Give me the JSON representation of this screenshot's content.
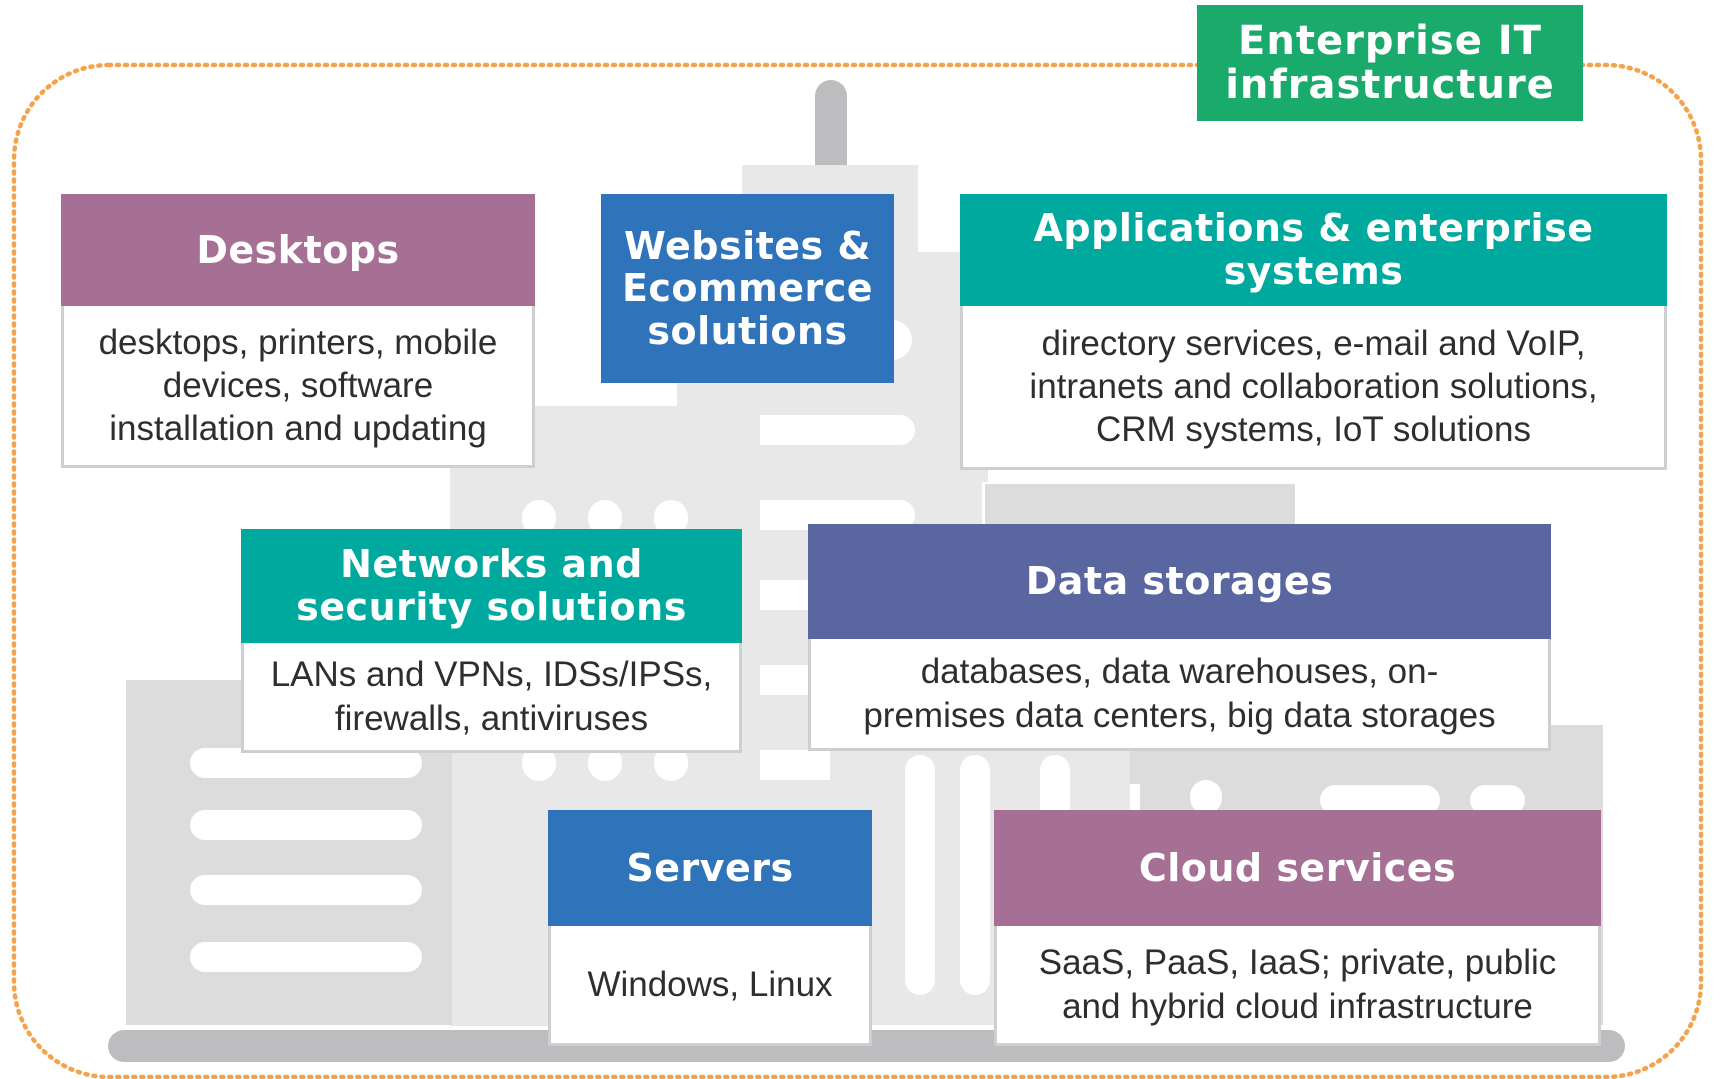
{
  "banner": {
    "label": "Enterprise IT\ninfrastructure"
  },
  "colors": {
    "frame_border": "#f5a24a",
    "banner": "#1aaa6b",
    "purple": "#a67095",
    "blue": "#2f73ba",
    "teal": "#00a99d",
    "indigo": "#5966a0",
    "building_light": "#e8e8e9",
    "building_mid": "#dcdcdd",
    "building_dark": "#bdbdc0",
    "card_border": "#cfcfd1"
  },
  "cards": {
    "desktops": {
      "title": "Desktops",
      "body": "desktops, printers, mobile\ndevices, software\ninstallation and updating"
    },
    "websites": {
      "title": "Websites  &\nEcommerce\nsolutions"
    },
    "applications": {
      "title": "Applications  & enterprise\nsystems",
      "body": "directory services, e-mail and VoIP,\nintranets and collaboration solutions,\nCRM systems, IoT solutions"
    },
    "networks": {
      "title": "Networks and\nsecurity solutions",
      "body": "LANs and VPNs, IDSs/IPSs,\nfirewalls, antiviruses"
    },
    "data_storages": {
      "title": "Data storages",
      "body": "databases, data warehouses, on-\npremises data centers, big data storages"
    },
    "servers": {
      "title": "Servers",
      "body": "Windows, Linux"
    },
    "cloud": {
      "title": "Cloud services",
      "body": "SaaS, PaaS, IaaS; private, public\nand hybrid cloud infrastructure"
    }
  }
}
